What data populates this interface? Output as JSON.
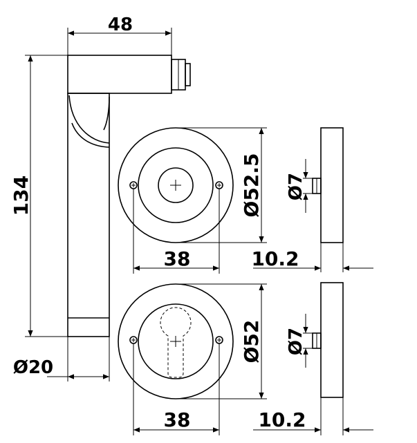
{
  "dimensions": {
    "handle_width": "48",
    "handle_length": "134",
    "handle_diameter": "Ø20",
    "rose_top_diameter": "Ø52.5",
    "rose_top_screw_spacing": "38",
    "rose_top_thickness": "10.2",
    "rose_top_spindle": "Ø7",
    "rose_bottom_diameter": "Ø52",
    "rose_bottom_screw_spacing": "38",
    "rose_bottom_thickness": "10.2",
    "rose_bottom_spindle": "Ø7"
  }
}
